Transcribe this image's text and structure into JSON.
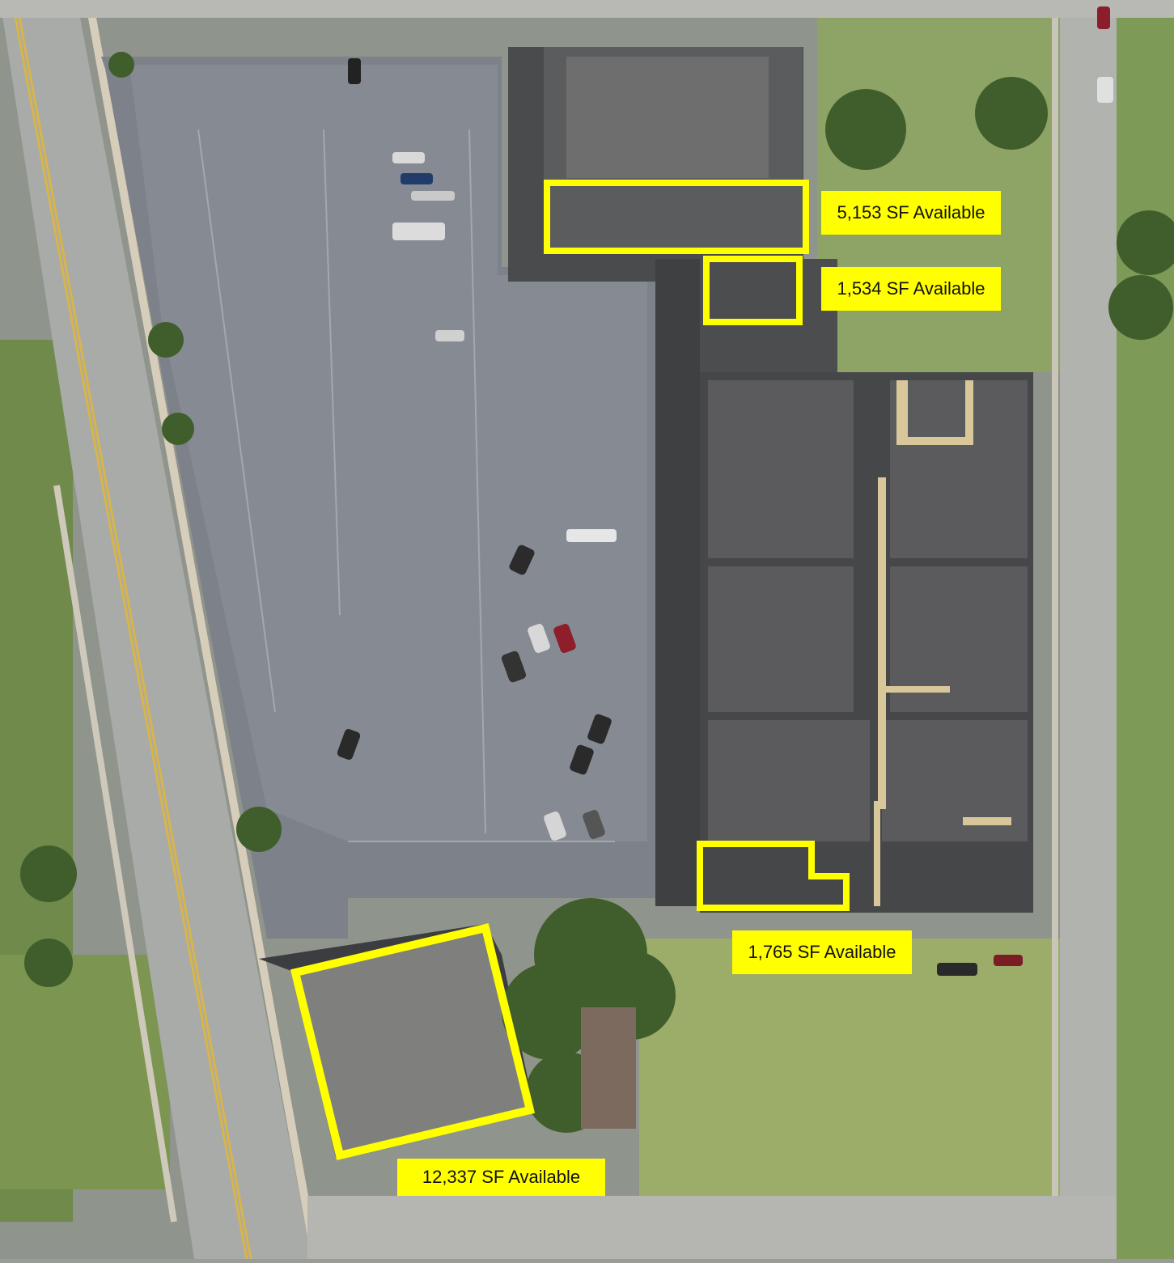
{
  "map": {
    "type": "aerial-site-plan",
    "highlight_color": "#ffff00",
    "units": [
      {
        "id": "unit-1",
        "label": "5,153 SF Available",
        "area_sf": 5153
      },
      {
        "id": "unit-2",
        "label": "1,534 SF Available",
        "area_sf": 1534
      },
      {
        "id": "unit-3",
        "label": "1,765 SF Available",
        "area_sf": 1765
      },
      {
        "id": "unit-4",
        "label": "12,337 SF Available",
        "area_sf": 12337
      }
    ]
  }
}
